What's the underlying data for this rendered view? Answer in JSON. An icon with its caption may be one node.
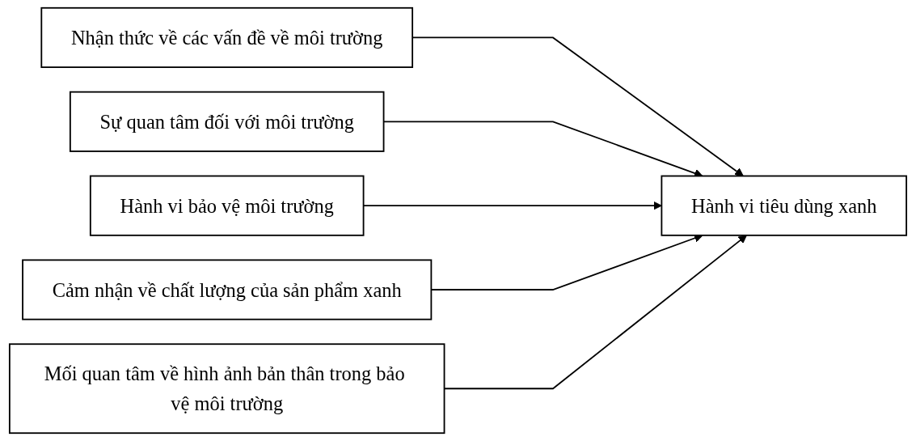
{
  "diagram": {
    "nodes": [
      {
        "text": [
          "Nhận thức về các vấn đề về môi trường"
        ]
      },
      {
        "text": [
          "Sự quan tâm đối với môi trường"
        ]
      },
      {
        "text": [
          "Hành vi bảo vệ môi trường"
        ]
      },
      {
        "text": [
          "Cảm nhận về chất lượng của sản phẩm xanh"
        ]
      },
      {
        "text": [
          "Mối quan tâm về hình ảnh bản thân trong bảo vệ môi trường"
        ]
      },
      {
        "text": [
          "Hành vi tiêu dùng xanh"
        ]
      }
    ],
    "edges": [
      {
        "from": 0,
        "to": 5,
        "arrow": "to"
      },
      {
        "from": 1,
        "to": 5,
        "arrow": "to"
      },
      {
        "from": 2,
        "to": 5,
        "arrow": "to"
      },
      {
        "from": 3,
        "to": 5,
        "arrow": "to"
      },
      {
        "from": 4,
        "to": 5,
        "arrow": "to"
      }
    ]
  }
}
